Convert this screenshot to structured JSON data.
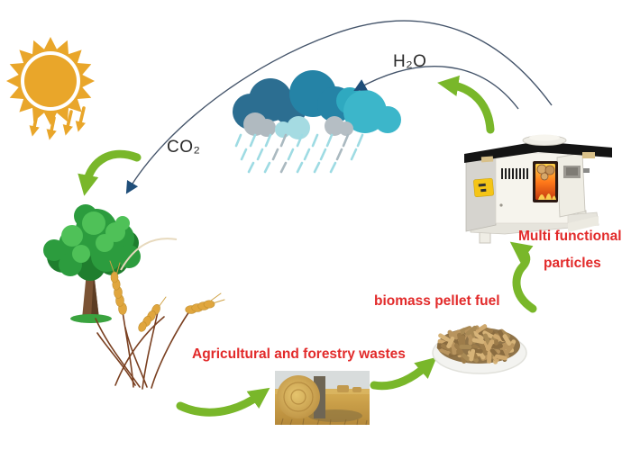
{
  "diagram": {
    "labels": {
      "co2": "CO₂",
      "h2o": "H₂O",
      "wastes": "Agricultural and forestry wastes",
      "pellet_fuel": "biomass pellet fuel",
      "particles_line1": "Multi functional",
      "particles_line2": "particles"
    },
    "icons": {
      "sun": "sun-icon",
      "sunlight_arrows": "sunlight-arrows-icon",
      "rain_cloud": "rain-cloud-icon",
      "rain": "rain-icon",
      "co2_arc": "co2-flow-arrow",
      "h2o_arc": "h2o-flow-arrow",
      "tree": "tree-icon",
      "wheat": "wheat-icon",
      "hay_bale": "hay-bale-photo",
      "pellet_pile": "pellet-pile-icon",
      "pellet_stove": "pellet-stove-icon",
      "cycle_arrows": "green-cycle-arrow"
    },
    "colors": {
      "label_red": "#e22a2a",
      "chem_text": "#2b2b2b",
      "arrow_green": "#79b72a",
      "arc_line": "#44546a",
      "arc_head": "#1f4e79",
      "sun_orange": "#e9a62a",
      "cloud_dark": "#2c6e91",
      "cloud_teal": "#2583a6",
      "cloud_light": "#3cb6ca",
      "rain_cyan": "#9edbe3",
      "rain_gray": "#aab9c0",
      "canopy_green": "#2c9c3e",
      "trunk_brown": "#7b5334",
      "pellet_tan": "#b5925c",
      "fire_orange": "#ff7a1a"
    }
  }
}
